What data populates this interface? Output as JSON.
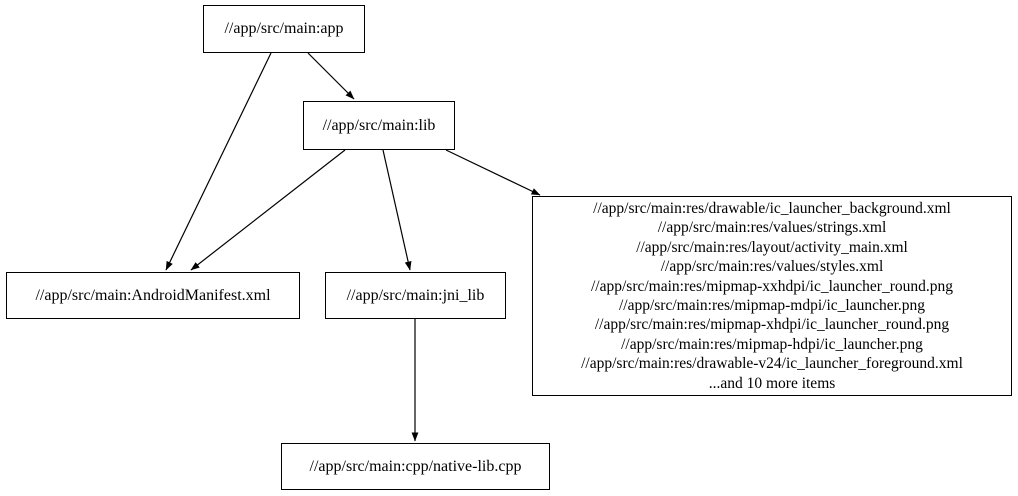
{
  "graph": {
    "type": "directed-dependency-graph",
    "background_color": "#ffffff",
    "node_border_color": "#000000",
    "edge_color": "#000000",
    "text_color": "#000000",
    "nodes": {
      "app": {
        "label": "//app/src/main:app"
      },
      "lib": {
        "label": "//app/src/main:lib"
      },
      "manifest": {
        "label": "//app/src/main:AndroidManifest.xml"
      },
      "jni_lib": {
        "label": "//app/src/main:jni_lib"
      },
      "native_cpp": {
        "label": "//app/src/main:cpp/native-lib.cpp"
      },
      "resources": {
        "lines": [
          "//app/src/main:res/drawable/ic_launcher_background.xml",
          "//app/src/main:res/values/strings.xml",
          "//app/src/main:res/layout/activity_main.xml",
          "//app/src/main:res/values/styles.xml",
          "//app/src/main:res/mipmap-xxhdpi/ic_launcher_round.png",
          "//app/src/main:res/mipmap-mdpi/ic_launcher.png",
          "//app/src/main:res/mipmap-xhdpi/ic_launcher_round.png",
          "//app/src/main:res/mipmap-hdpi/ic_launcher.png",
          "//app/src/main:res/drawable-v24/ic_launcher_foreground.xml",
          "...and 10 more items"
        ]
      }
    },
    "edges": [
      {
        "from": "app",
        "to": "lib"
      },
      {
        "from": "app",
        "to": "manifest"
      },
      {
        "from": "lib",
        "to": "manifest"
      },
      {
        "from": "lib",
        "to": "jni_lib"
      },
      {
        "from": "lib",
        "to": "resources"
      },
      {
        "from": "jni_lib",
        "to": "native_cpp"
      }
    ]
  }
}
